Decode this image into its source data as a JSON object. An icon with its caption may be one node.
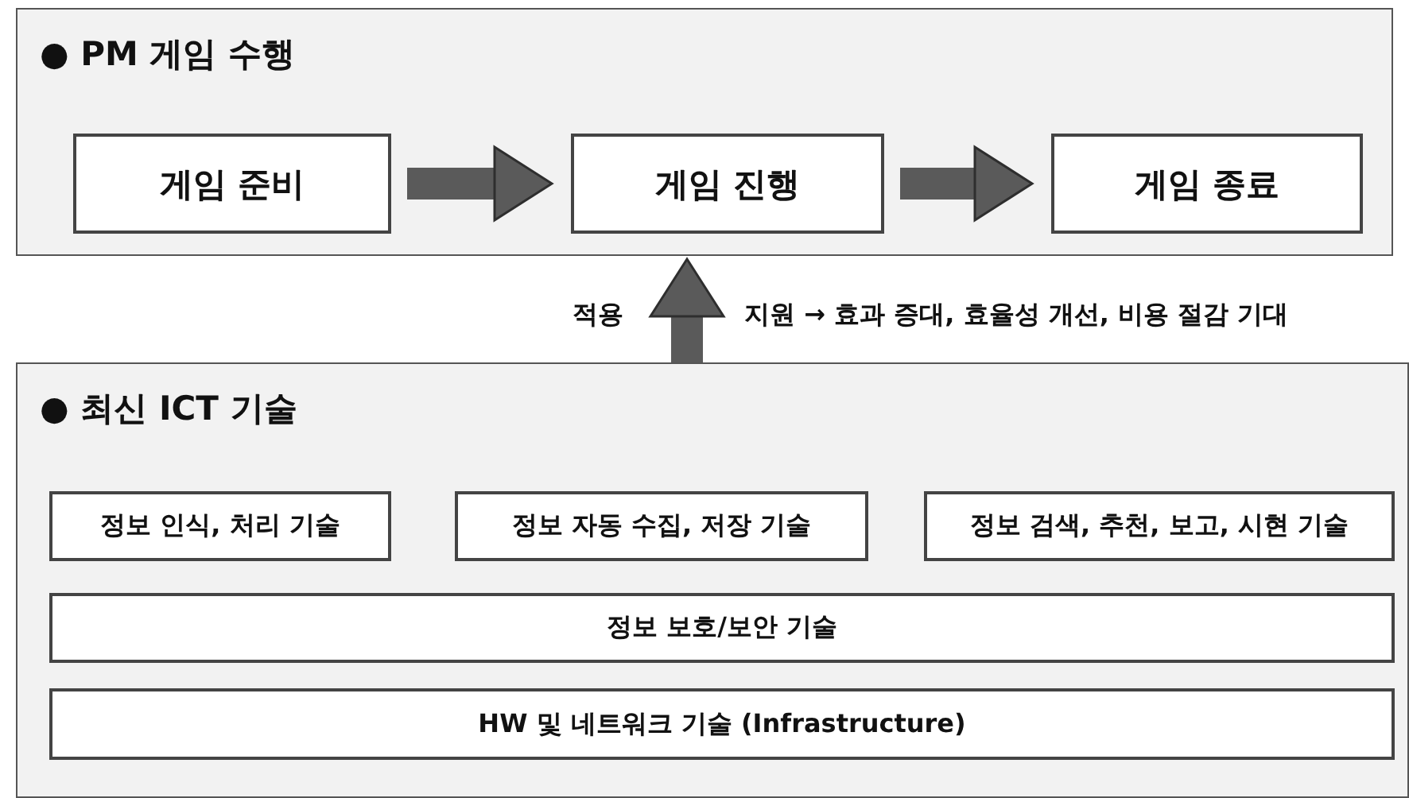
{
  "diagram": {
    "nodes": [
      {
        "text": [
          "● PM 게임 수행"
        ]
      },
      {
        "text": [
          "게임 준비"
        ],
        "in": 0
      },
      {
        "text": [
          "게임 진행"
        ],
        "in": 0
      },
      {
        "text": [
          "게임 종료"
        ],
        "in": 0
      },
      {
        "text": [
          "● 최신 ICT 기술"
        ]
      },
      {
        "text": [
          "정보 인식, 처리 기술"
        ],
        "in": 4
      },
      {
        "text": [
          "정보 자동 수집, 저장 기술"
        ],
        "in": 4
      },
      {
        "text": [
          "정보 검색, 추천, 보고, 시현 기술"
        ],
        "in": 4
      },
      {
        "text": [
          "정보 보호/보안 기술"
        ],
        "in": 4
      },
      {
        "text": [
          "HW 및 네트워크 기술 (Infrastructure)"
        ],
        "in": 4
      }
    ],
    "edges": [
      {
        "from": 1,
        "to": 2,
        "arrow": "to"
      },
      {
        "from": 2,
        "to": 3,
        "arrow": "to"
      },
      {
        "from": 4,
        "to": 0,
        "arrow": "to"
      }
    ],
    "labels": [
      "적용",
      "지원 → 효과 증대, 효율성 개선, 비용 절감 기대"
    ]
  }
}
